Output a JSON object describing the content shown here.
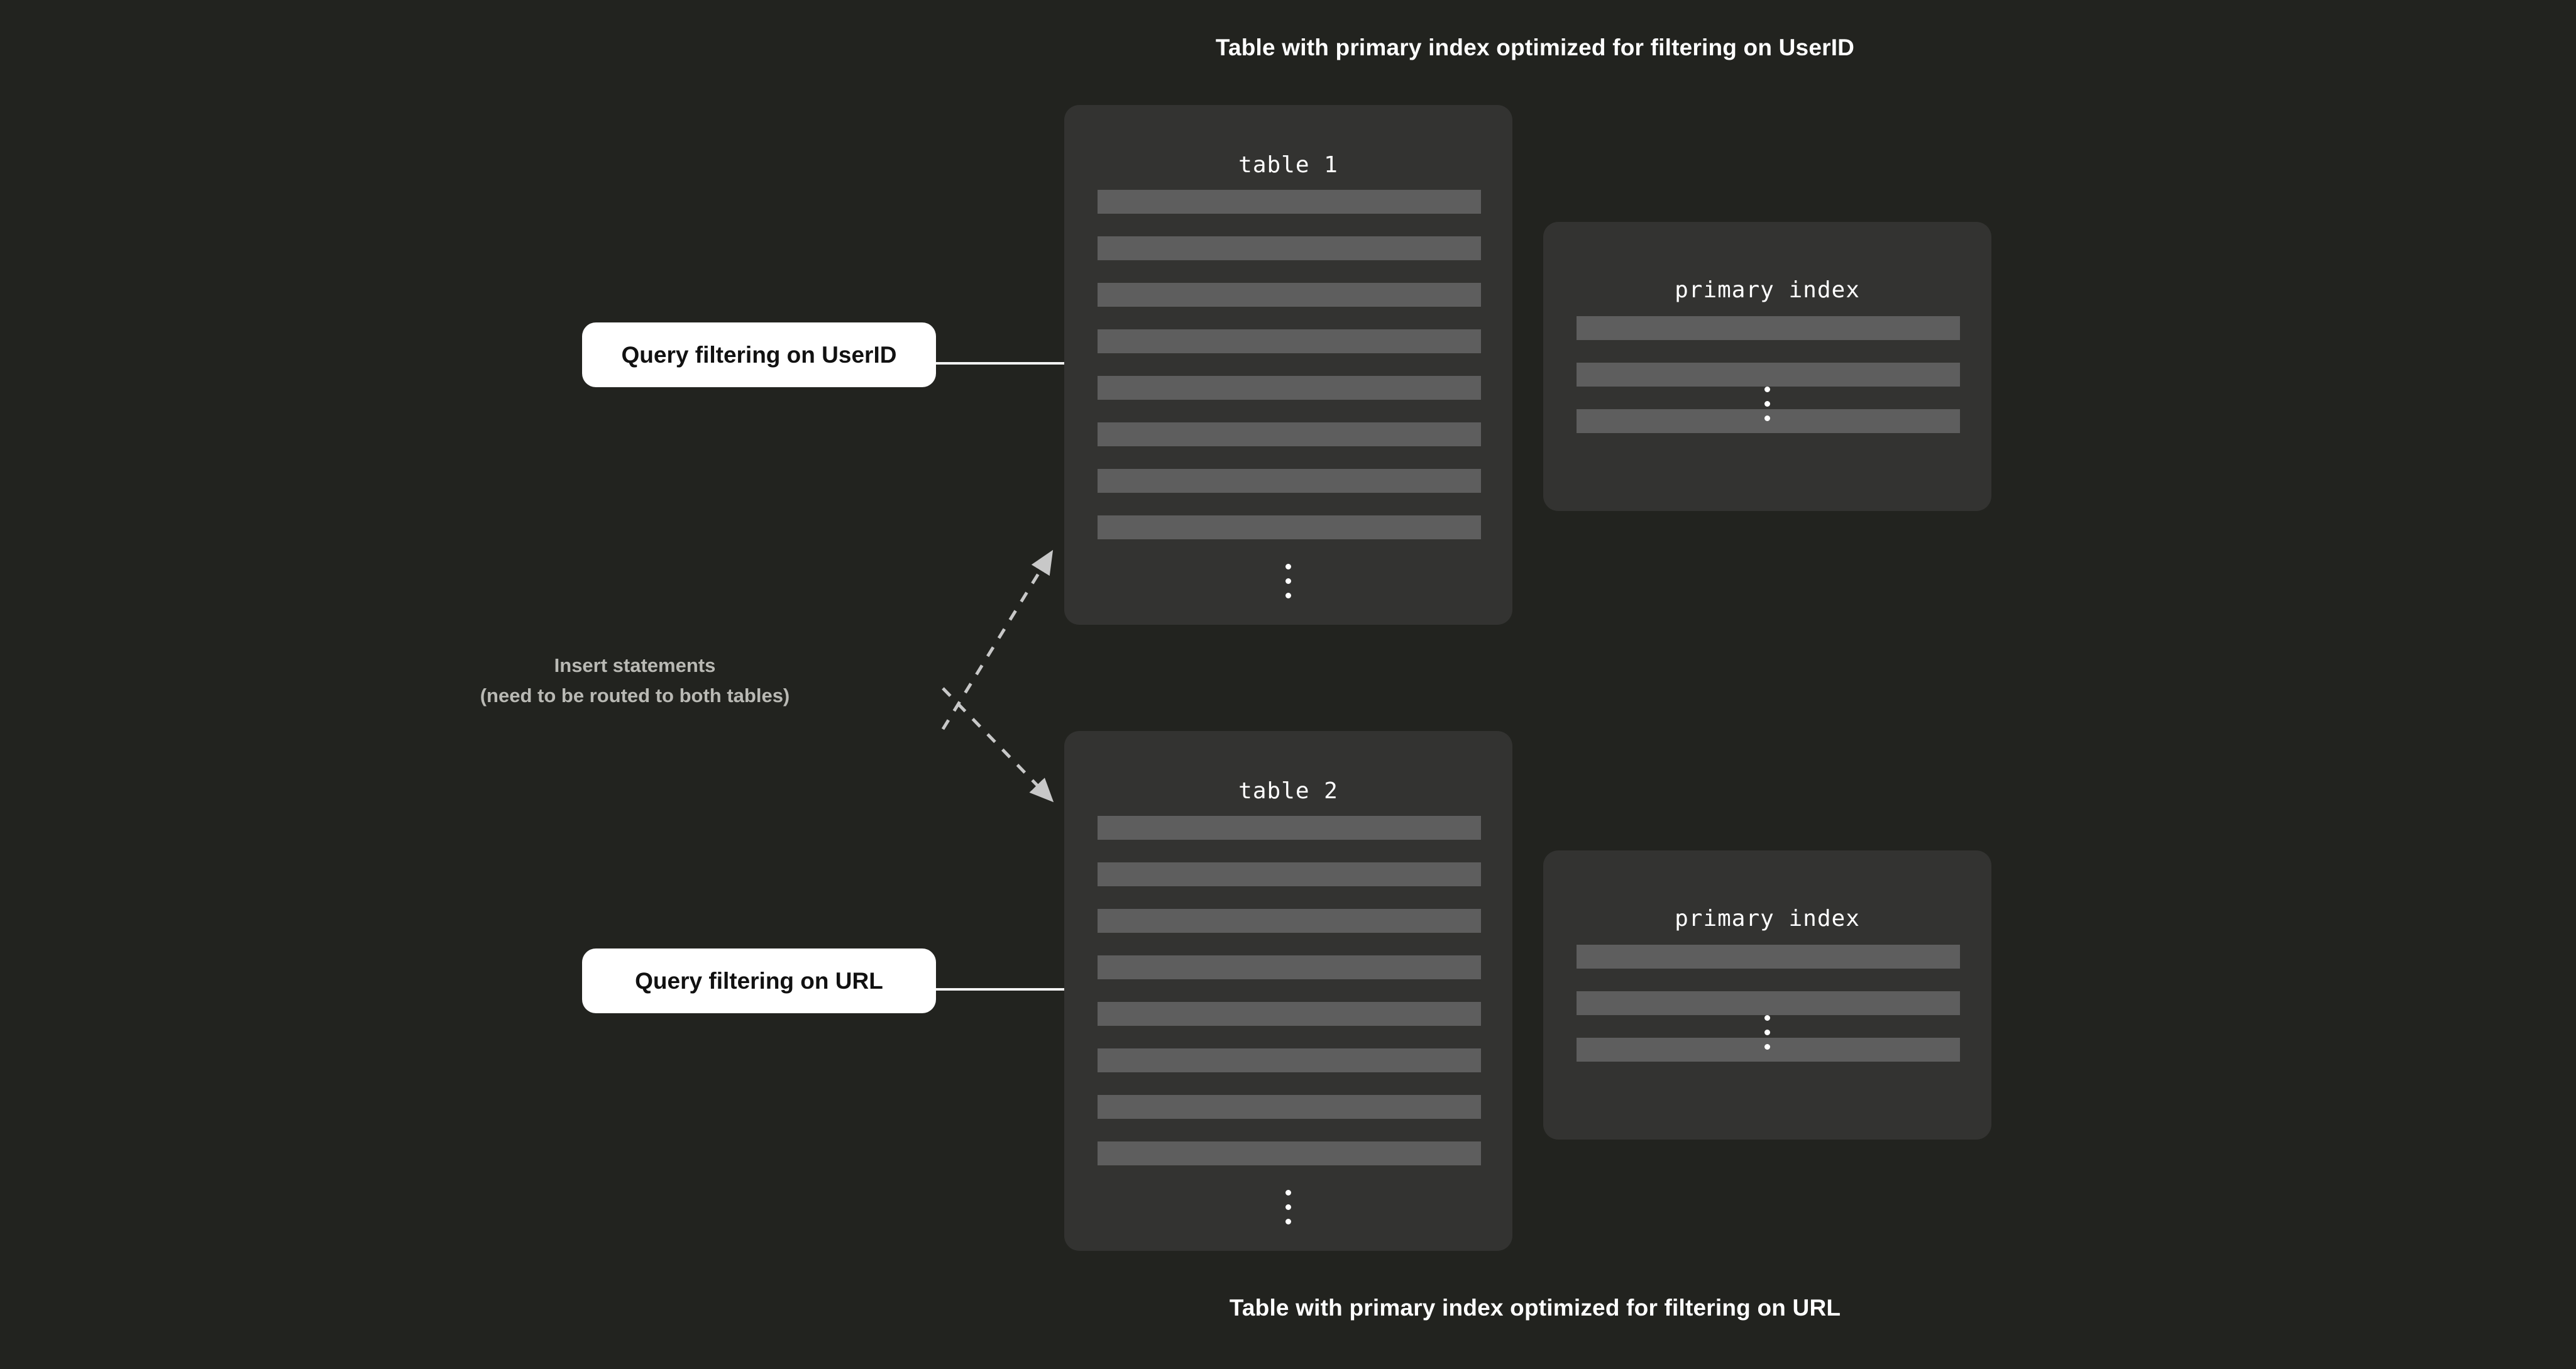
{
  "diagram": {
    "background_color": "#22231f",
    "card_color": "#333331",
    "row_color": "#5e5e5e",
    "callout_color": "#ffffff",
    "muted_text_color": "#b9b9b4",
    "caption_top": "Table with primary index optimized for filtering on UserID",
    "caption_bottom": "Table with primary index optimized for filtering on URL"
  },
  "tables": [
    {
      "title": "table 1",
      "row_count": 8,
      "continuation": "vertical-ellipsis",
      "index": {
        "title": "primary index",
        "row_count": 3,
        "continuation": "vertical-ellipsis"
      }
    },
    {
      "title": "table 2",
      "row_count": 8,
      "continuation": "vertical-ellipsis",
      "index": {
        "title": "primary index",
        "row_count": 3,
        "continuation": "vertical-ellipsis"
      }
    }
  ],
  "queries": [
    {
      "label": "Query filtering on UserID",
      "target": "table 1"
    },
    {
      "label": "Query filtering on URL",
      "target": "table 2"
    }
  ],
  "insert_note": {
    "line1": "Insert statements",
    "line2": "(need to be routed to both tables)"
  },
  "icons": {
    "arrow_solid": "arrow-right-icon",
    "arrow_dashed": "dashed-arrow-icon",
    "ellipsis": "vertical-ellipsis-icon"
  }
}
